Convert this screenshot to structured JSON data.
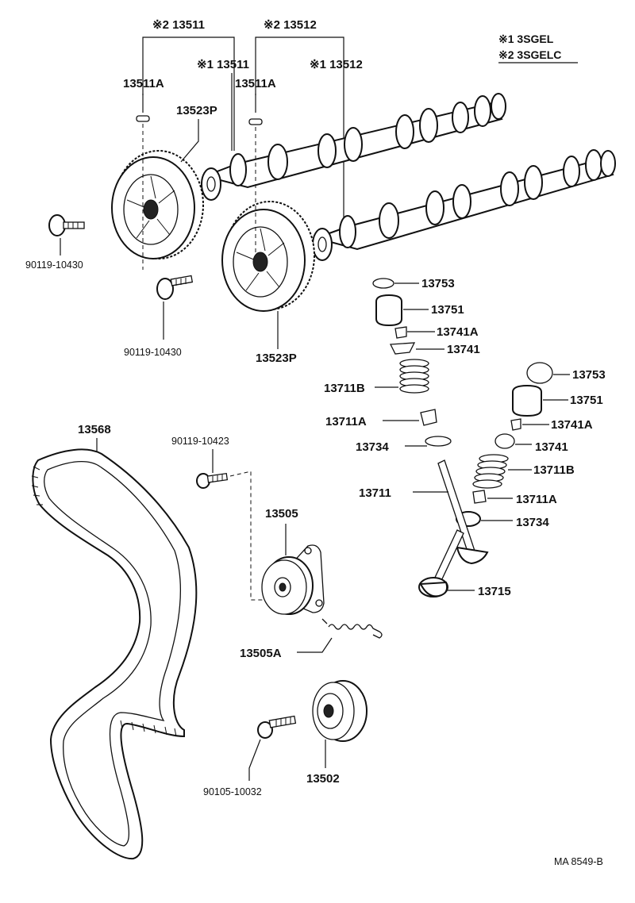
{
  "legend": {
    "line1": "※1 3SGEL",
    "line2": "※2 3SGELC"
  },
  "labels": {
    "kit_2_13511": "※2 13511",
    "kit_2_13512": "※2 13512",
    "kit_1_13511": "※1 13511",
    "kit_1_13512": "※1 13512",
    "pin_left": "13511A",
    "pin_right": "13511A",
    "pulley_top": "13523P",
    "pulley_bottom": "13523P",
    "bolt_left": "90119-10430",
    "bolt_center": "90119-10430",
    "retainer_upper": "13753",
    "lifter_upper": "13751",
    "keeper_upper": "13741A",
    "seat_upper": "13741",
    "spring_upper": "13711B",
    "seal_upper": "13711A",
    "washer_upper": "13734",
    "retainer_lower": "13753",
    "lifter_lower": "13751",
    "keeper_lower": "13741A",
    "seat_lower": "13741",
    "spring_lower": "13711B",
    "seal_lower": "13711A",
    "washer_lower": "13734",
    "valve_intake": "13711",
    "valve_exhaust": "13715",
    "belt": "13568",
    "bolt_tensioner": "90119-10423",
    "tensioner": "13505",
    "tension_spring": "13505A",
    "idler": "13502",
    "bolt_idler": "90105-10032",
    "figure_code": "MA 8549-B"
  }
}
